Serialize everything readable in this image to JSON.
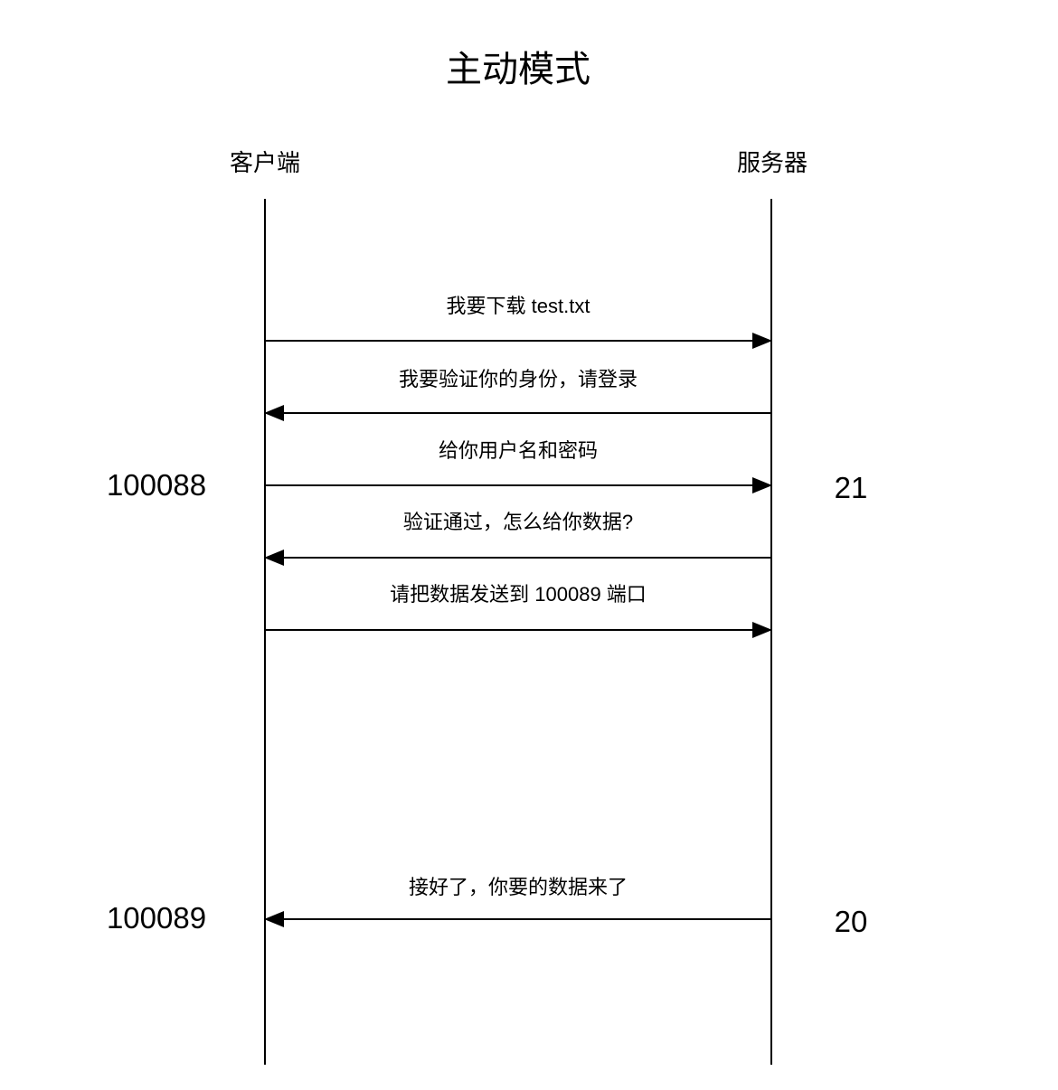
{
  "colors": {
    "ink": "#000000",
    "background": "#ffffff"
  },
  "diagram": {
    "title": "主动模式",
    "actors": {
      "client": "客户端",
      "server": "服务器"
    },
    "messages": [
      {
        "label": "我要下载 test.txt",
        "direction": "right",
        "from": "客户端",
        "to": "服务器"
      },
      {
        "label": "我要验证你的身份，请登录",
        "direction": "left",
        "from": "服务器",
        "to": "客户端"
      },
      {
        "label": "给你用户名和密码",
        "direction": "right",
        "from": "客户端",
        "to": "服务器"
      },
      {
        "label": "验证通过，怎么给你数据?",
        "direction": "left",
        "from": "服务器",
        "to": "客户端"
      },
      {
        "label": "请把数据发送到 100089 端口",
        "direction": "right",
        "from": "客户端",
        "to": "服务器"
      },
      {
        "label": "接好了，你要的数据来了",
        "direction": "left",
        "from": "服务器",
        "to": "客户端"
      }
    ],
    "ports": {
      "client_control": "100088",
      "server_control": "21",
      "client_data": "100089",
      "server_data": "20"
    }
  }
}
